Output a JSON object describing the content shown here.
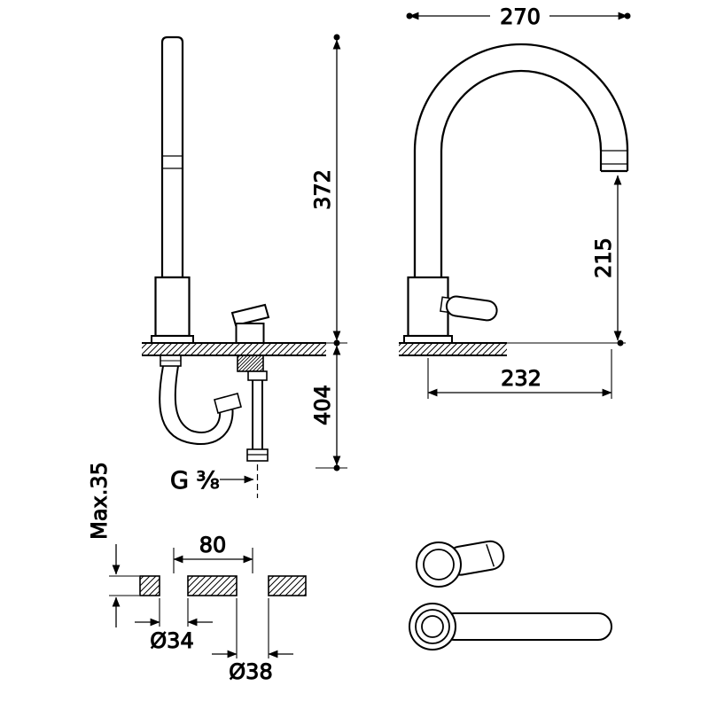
{
  "page": {
    "background": "#ffffff",
    "line_color": "#000000",
    "kind": "faucet-technical-dimension-drawing"
  },
  "front_view": {
    "dim_height_above_deck": "372",
    "dim_height_below_deck": "404",
    "thread_label": "G ⅜",
    "max_deck_thickness": "Max.35"
  },
  "side_view": {
    "dim_overall_width": "270",
    "dim_spout_outlet_height": "215",
    "dim_spout_reach": "232"
  },
  "plan_view": {
    "dim_hole_spacing": "80",
    "dim_hole_diameter_small": "Ø34",
    "dim_hole_diameter_large": "Ø38"
  }
}
